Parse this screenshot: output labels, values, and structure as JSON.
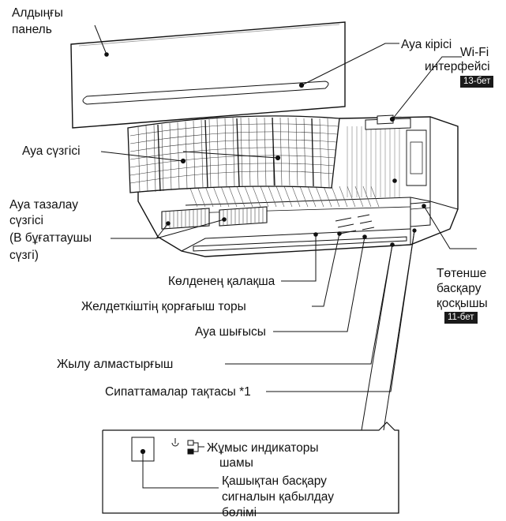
{
  "labels": {
    "front_panel": [
      "Алдыңғы",
      "панель"
    ],
    "air_inlet": "Ауа кірісі",
    "wifi_interface": [
      "Wi-Fi",
      "интерфейсі"
    ],
    "wifi_page_badge": "13-бет",
    "air_filter": "Ауа сүзгісі",
    "air_purifying_filter": [
      "Ауа тазалау",
      "сүзгісі",
      "(В бұғаттаушы",
      "сүзгі)"
    ],
    "horizontal_louver": "Көлденең қалақша",
    "fan_guard": "Желдеткіштің қорғағыш торы",
    "air_outlet": "Ауа шығысы",
    "heat_exchanger": "Жылу алмастырғыш",
    "spec_plate": "Сипаттамалар тақтасы *1",
    "emergency_switch": [
      "Төтенше",
      "басқару",
      "қосқышы"
    ],
    "emergency_page_badge": "11-бет",
    "operation_indicator": [
      "Жұмыс индикаторы",
      "шамы"
    ],
    "remote_receiver": [
      "Қашықтан басқару",
      "сигналын қабылдау",
      "бөлімі"
    ]
  },
  "icons": {
    "power": "power-icon",
    "led_indicators": "indicator-lamp-icon"
  }
}
